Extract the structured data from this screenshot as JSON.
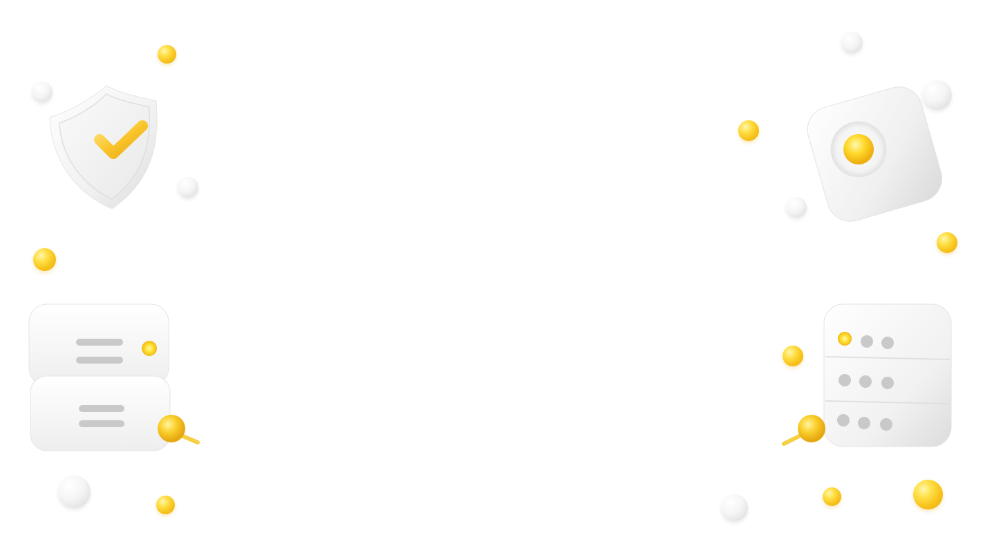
{
  "palette": {
    "background": "#ffffff",
    "accent_gold": "#f7c21a",
    "highlight_yellow": "#ffe14a",
    "surface_white": "#f4f4f4",
    "slot_gray": "#c9c9c9"
  },
  "illustrations": [
    {
      "id": "shield",
      "icon": "shield-check-icon"
    },
    {
      "id": "rack-stack-left",
      "icon": "server-rack-icon"
    },
    {
      "id": "cube-button",
      "icon": "cube-button-icon"
    },
    {
      "id": "rack-tower-right",
      "icon": "server-tower-icon"
    }
  ],
  "orbs": [
    {
      "color": "gold"
    },
    {
      "color": "pearl"
    },
    {
      "color": "pearl"
    },
    {
      "color": "gold"
    },
    {
      "color": "pearl"
    },
    {
      "color": "gold"
    },
    {
      "color": "gold"
    },
    {
      "color": "pearl"
    },
    {
      "color": "pearl"
    },
    {
      "color": "gold"
    },
    {
      "color": "gold"
    },
    {
      "color": "pearl"
    },
    {
      "color": "gold"
    },
    {
      "color": "gold"
    }
  ]
}
